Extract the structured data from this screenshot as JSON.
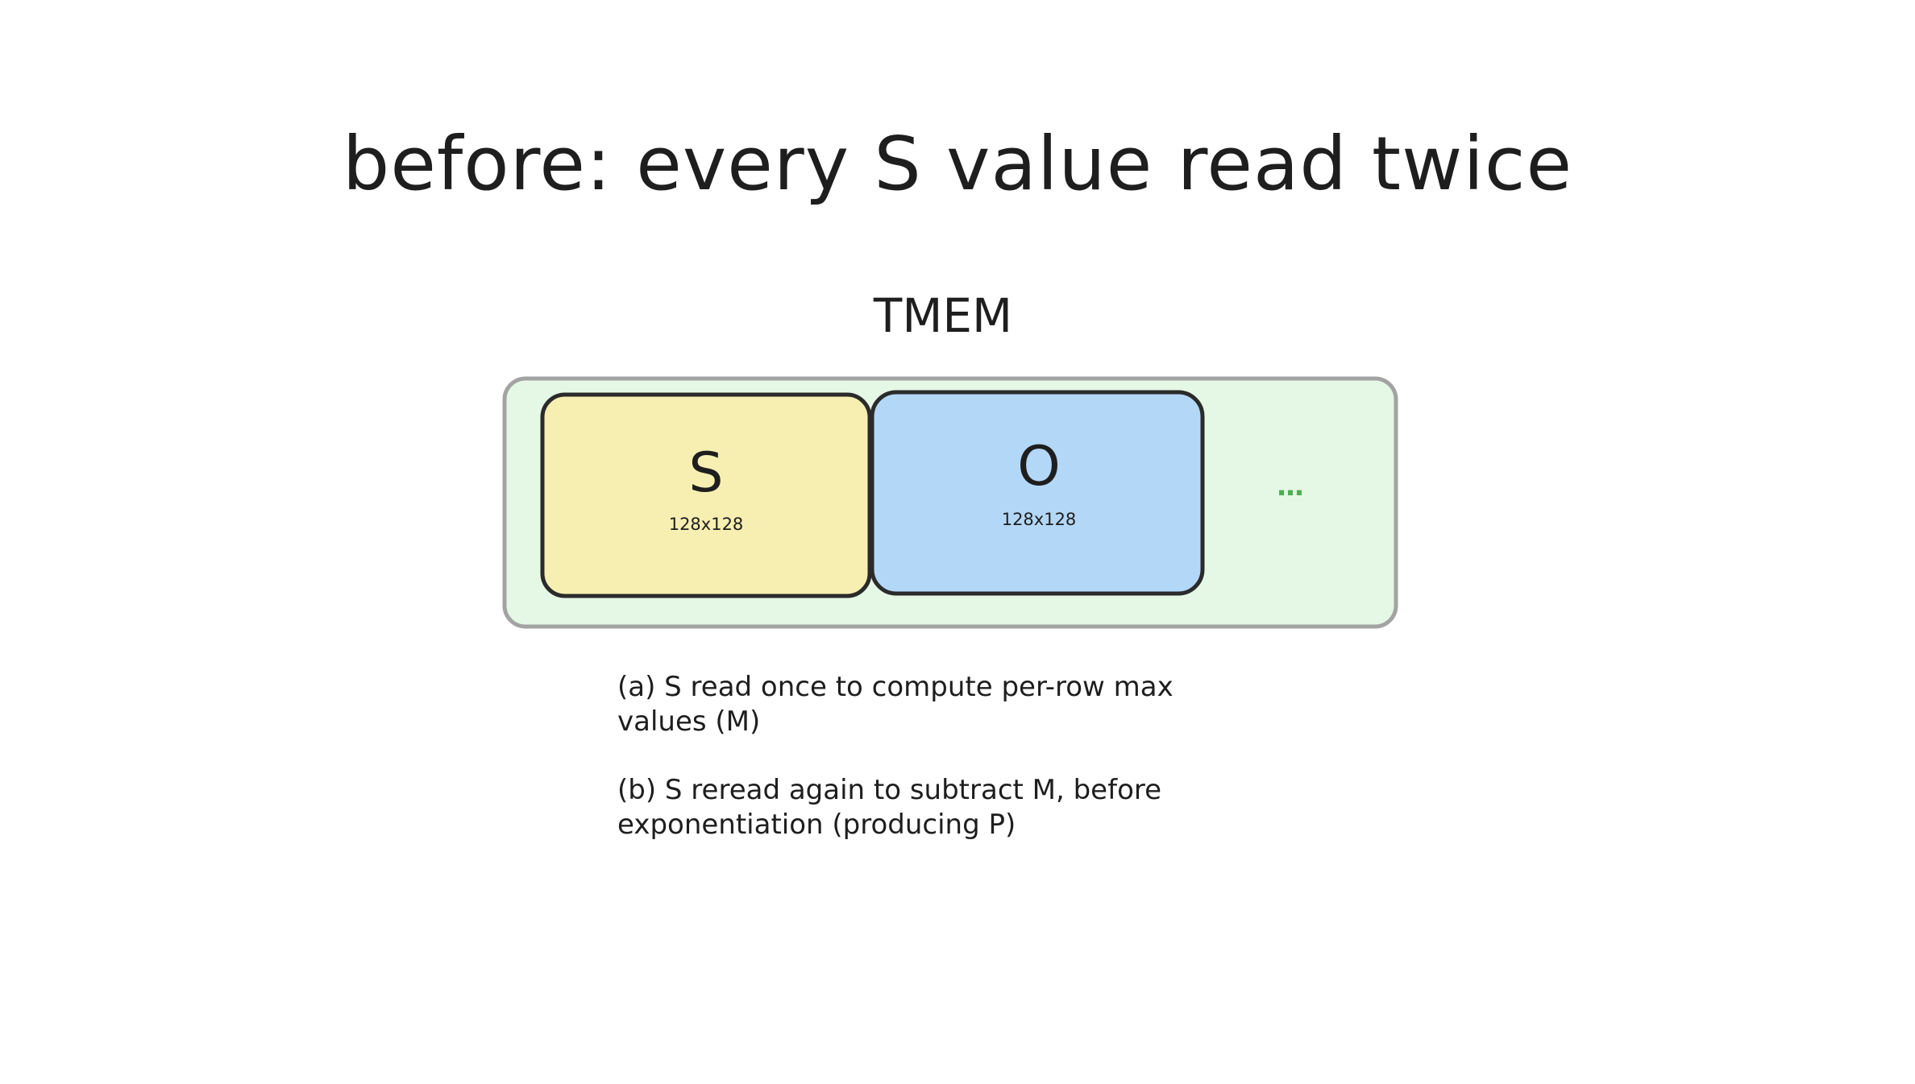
{
  "title": "before: every S value read twice",
  "tmem": {
    "label": "TMEM",
    "cells": [
      {
        "name": "S",
        "size": "128x128",
        "fill": "#f6efb1"
      },
      {
        "name": "O",
        "size": "128x128",
        "fill": "#b3d7f7"
      }
    ],
    "more": "...",
    "fill": "#e5f7e5"
  },
  "notes": {
    "a": "(a) S read once to compute per-row max values (M)",
    "b": "(b) S reread again to subtract M, before exponentiation (producing P)"
  }
}
